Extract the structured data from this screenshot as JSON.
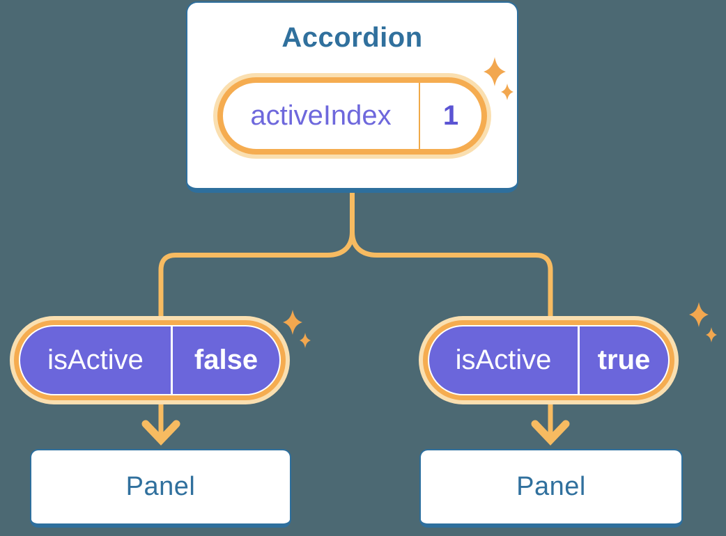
{
  "background_color": "#4C6973",
  "colors": {
    "card_border_blue": "#2E6F9D",
    "text_blue": "#30709D",
    "pill_purple": "#6B66DB",
    "purple_label": "#6E68DC",
    "purple_value": "#5B54D3",
    "orange_ring": "#F5AC50",
    "orange_halo": "#FADFB0",
    "connector_orange": "#F7BB61",
    "sparkle_orange": "#F2A74F",
    "card_white": "#FFFFFF"
  },
  "diagram": {
    "root": {
      "title": "Accordion",
      "state": {
        "label": "activeIndex",
        "value": "1"
      }
    },
    "children": [
      {
        "prop_label": "isActive",
        "prop_value": "false",
        "target": "Panel"
      },
      {
        "prop_label": "isActive",
        "prop_value": "true",
        "target": "Panel"
      }
    ],
    "icons": [
      {
        "name": "sparkle-icon",
        "glyph": "✦"
      }
    ]
  }
}
